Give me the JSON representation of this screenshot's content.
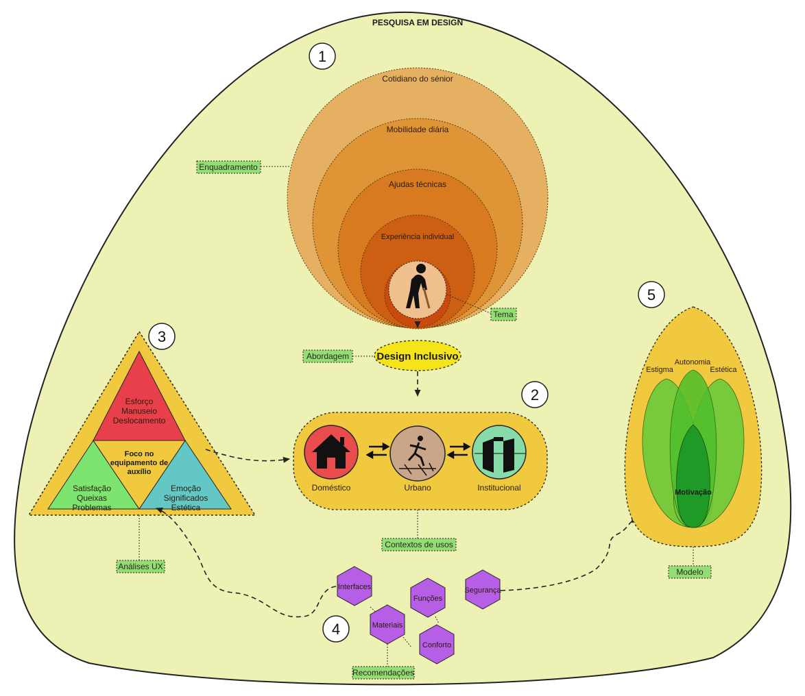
{
  "title": "PESQUISA EM DESIGN",
  "numbers": [
    "1",
    "2",
    "3",
    "4",
    "5"
  ],
  "section1": {
    "circles": [
      "Cotidiano do sénior",
      "Mobilidade diária",
      "Ajudas técnicas",
      "Experiência individual"
    ],
    "labels": {
      "enquadramento": "Enquadramento",
      "tema": "Tema"
    }
  },
  "approach": {
    "label": "Abordagem",
    "title": "Design Inclusivo"
  },
  "section2": {
    "contexts": [
      "Doméstico",
      "Urbano",
      "Institucional"
    ],
    "label": "Contextos de usos"
  },
  "section3": {
    "top": [
      "Esforço",
      "Manuseio",
      "Deslocamento"
    ],
    "center": [
      "Foco no",
      "equipamento de",
      "auxílio"
    ],
    "left": [
      "Satisfação",
      "Queixas",
      "Problemas"
    ],
    "right": [
      "Emoção",
      "Significados",
      "Estética"
    ],
    "label": "Análises UX"
  },
  "section4": {
    "hexagons": [
      "Interfaces",
      "Materiais",
      "Funções",
      "Conforto",
      "Segurança"
    ],
    "label": "Recomendações"
  },
  "section5": {
    "petals": [
      "Estigma",
      "Autonomia",
      "Estética"
    ],
    "center": "Motivação",
    "label": "Modelo"
  },
  "colors": {
    "background": "#edf2b4",
    "circle_outer": "#e6b062",
    "circle_inner": "#c94a0c",
    "design_inclusivo": "#f6e41a",
    "context_panel": "#f0c93f",
    "domestico": "#e84c4c",
    "urbano": "#c9a58a",
    "institucional": "#86dba8",
    "triangle_top": "#e8404a",
    "triangle_left": "#7de46f",
    "triangle_right": "#63c7c6",
    "triangle_center": "#f0c93f",
    "hexagon": "#b65ee6",
    "label_box": "#96dc76",
    "petals": "#4fbf2b"
  }
}
